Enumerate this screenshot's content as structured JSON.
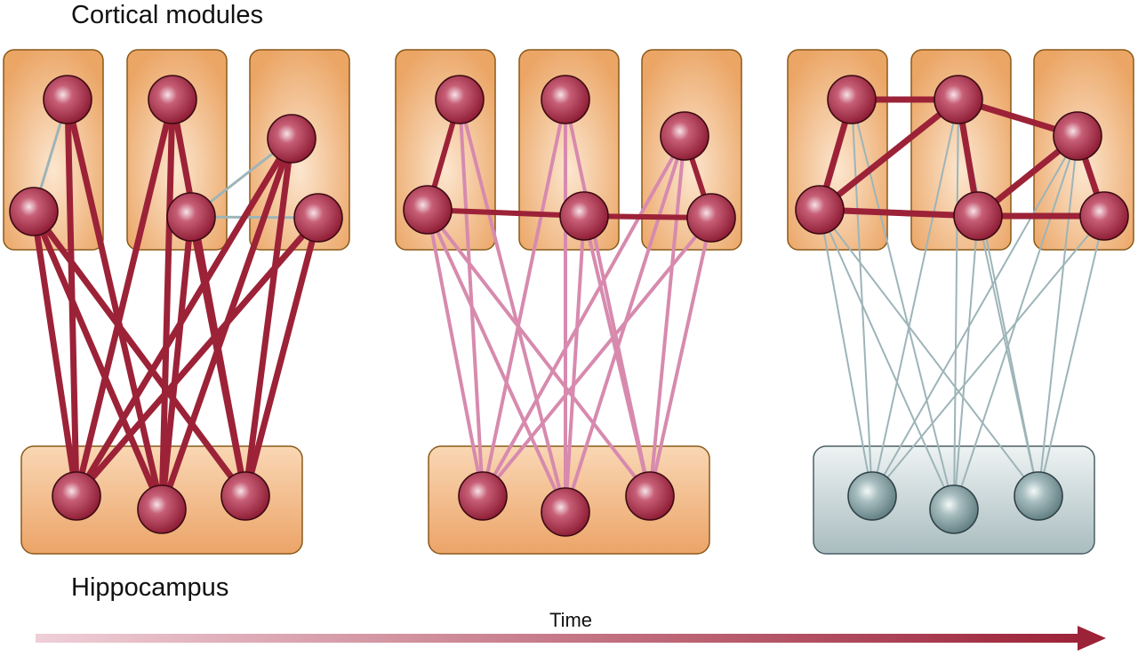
{
  "labels": {
    "cortical": "Cortical modules",
    "hippocampus": "Hippocampus",
    "time": "Time"
  },
  "stages": [
    {
      "id": "early",
      "hippocampus_state": "active",
      "hippo_cortex_link_strength": "strong",
      "cortico_cortical_link_strength": "weak"
    },
    {
      "id": "middle",
      "hippocampus_state": "active",
      "hippo_cortex_link_strength": "weakening",
      "cortico_cortical_link_strength": "strengthening"
    },
    {
      "id": "late",
      "hippocampus_state": "inactive",
      "hippo_cortex_link_strength": "weak",
      "cortico_cortical_link_strength": "strong"
    }
  ],
  "colors": {
    "strong_link": "#9c2238",
    "medium_link": "#d78aae",
    "weak_link": "#9db4b8",
    "module_fill": "#eda86b",
    "module_center": "#fbe3cb",
    "node_red": "#a52640",
    "node_grey": "#8da6a8",
    "arrow_start": "#ecc9d3",
    "arrow_end": "#9c2238"
  }
}
